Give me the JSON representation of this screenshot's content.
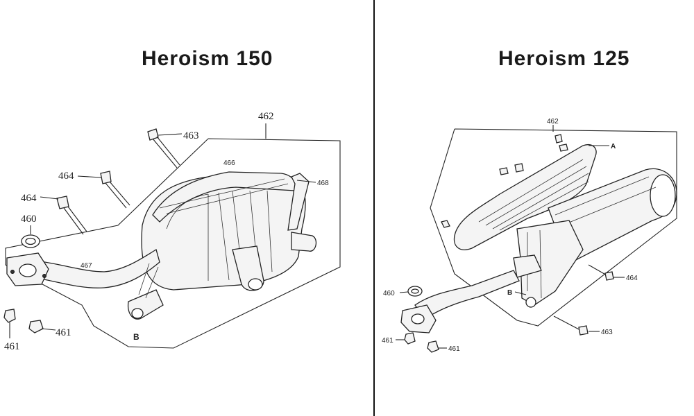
{
  "left_diagram": {
    "title": "Heroism 150",
    "labels": {
      "l462": "462",
      "l463": "463",
      "l464a": "464",
      "l464b": "464",
      "l460": "460",
      "l466": "466",
      "l468": "468",
      "l467": "467",
      "l461a": "461",
      "l461b": "461",
      "lB": "B"
    }
  },
  "right_diagram": {
    "title": "Heroism 125",
    "labels": {
      "l462": "462",
      "lA": "A",
      "l460": "460",
      "lB": "B",
      "l464": "464",
      "l463": "463",
      "l461a": "461",
      "l461b": "461"
    }
  }
}
